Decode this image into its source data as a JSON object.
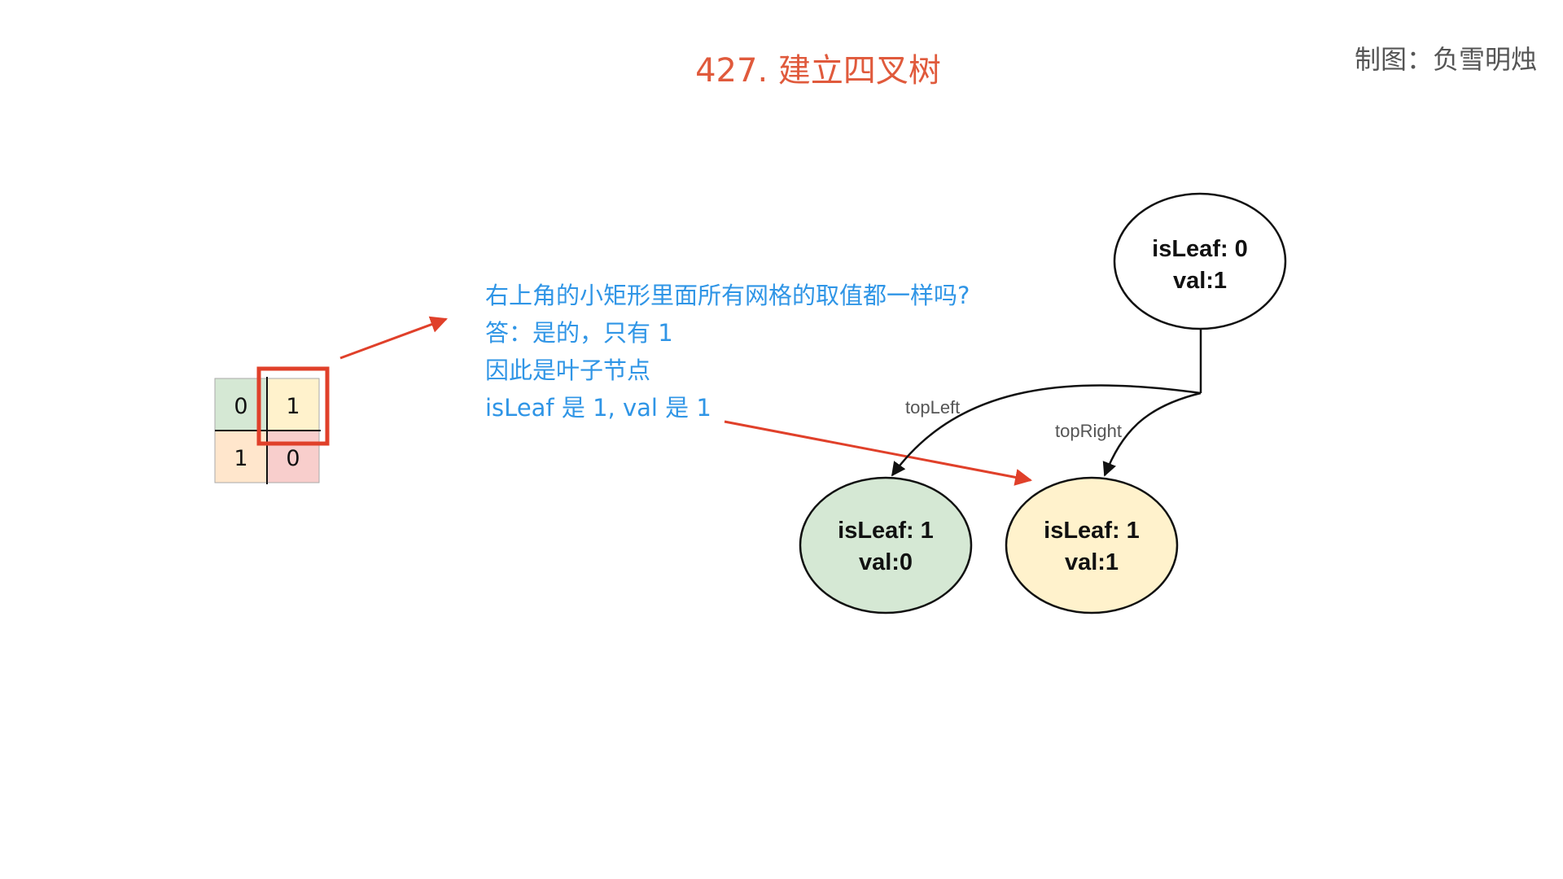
{
  "title": "427. 建立四叉树",
  "author": "制图：负雪明烛",
  "question_lines": [
    "右上角的小矩形里面所有网格的取值都一样吗?",
    "答：是的，只有 1",
    "因此是叶子节点",
    "isLeaf 是 1, val 是 1"
  ],
  "grid": {
    "cells": [
      {
        "value": "0",
        "color": "#d5e8d4"
      },
      {
        "value": "1",
        "color": "#fff2cc"
      },
      {
        "value": "1",
        "color": "#ffe6cc"
      },
      {
        "value": "0",
        "color": "#f8cecc"
      }
    ],
    "highlight_color": "#e0402a"
  },
  "tree": {
    "root": {
      "line1": "isLeaf: 0",
      "line2": "val:1",
      "color": "#ffffff"
    },
    "children": [
      {
        "edge_label": "topLeft",
        "line1": "isLeaf: 1",
        "line2": "val:0",
        "color": "#d5e8d4"
      },
      {
        "edge_label": "topRight",
        "line1": "isLeaf: 1",
        "line2": "val:1",
        "color": "#fff2cc"
      }
    ]
  },
  "arrow_color": "#e0402a"
}
